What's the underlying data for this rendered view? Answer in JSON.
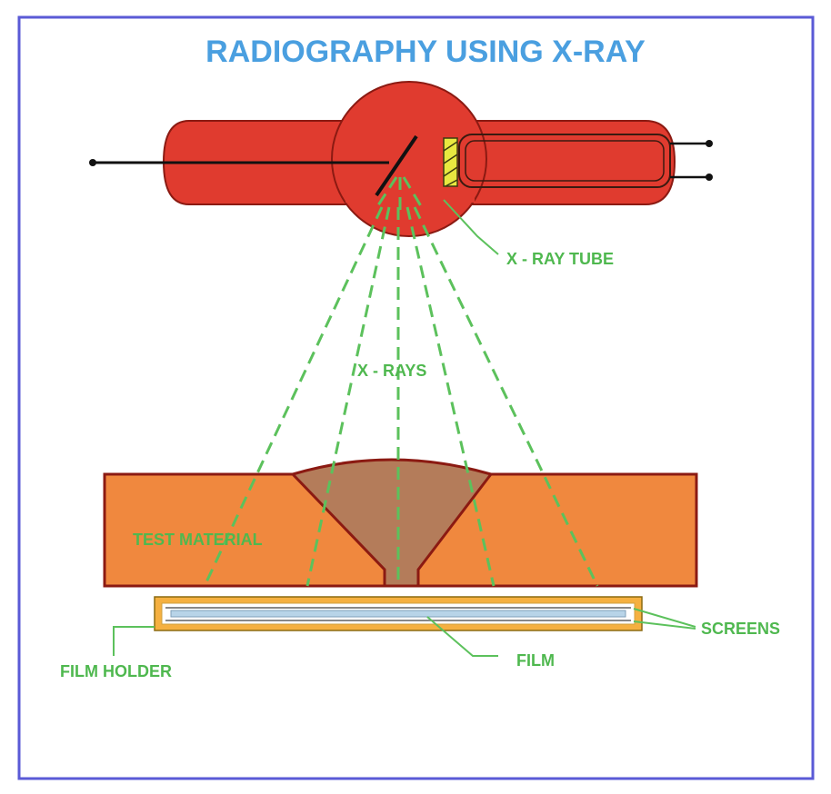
{
  "diagram": {
    "title": "RADIOGRAPHY USING X-RAY",
    "labels": {
      "xray_tube": "X - RAY TUBE",
      "xrays": "X - RAYS",
      "test_material": "TEST MATERIAL",
      "screens": "SCREENS",
      "film": "FILM",
      "film_holder": "FILM HOLDER"
    },
    "colors": {
      "frame_border": "#5a5ad6",
      "title": "#4a9fe0",
      "tube": "#e03b2f",
      "tube_outline": "#8b1a12",
      "material": "#f0883e",
      "material_outline": "#8b1a12",
      "weld": "#b47c5a",
      "ray": "#5cc15c",
      "label": "#4fb84f",
      "holder_outline": "#f0a030",
      "film": "#b8d4e8"
    }
  }
}
